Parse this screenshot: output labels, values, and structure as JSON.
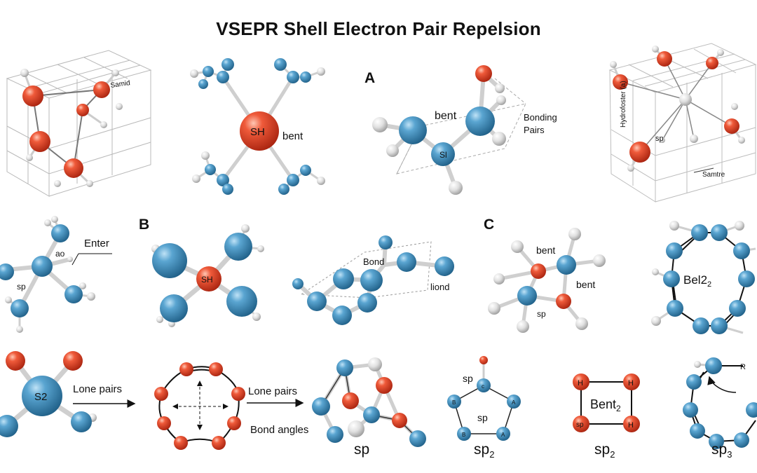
{
  "title": "VSEPR  Shell Electron Pair Repelsion",
  "colors": {
    "blue": "#3a87b8",
    "red": "#e1452c",
    "white": "#e4e4e4",
    "bond": "#bdbdbd",
    "grid": "#b9b9b9"
  },
  "panel_labels": {
    "a": "A",
    "b": "B",
    "c": "C"
  },
  "row1": {
    "cube_left_label": "Samid",
    "center_label": "SH",
    "bent": "bent",
    "a_bent": "bent",
    "a_atom": "Sl",
    "bonding": "Bonding",
    "pairs": "Pairs",
    "right_label": "Hydrofoster (a)",
    "right_sp": "sp",
    "right_bottom": "Samtre"
  },
  "row2": {
    "enter": "Enter",
    "ao": "ao",
    "sp": "sp",
    "b_center": "SH",
    "bond": "Bond",
    "liond": "liond",
    "c_bent1": "bent",
    "c_bent2": "bent",
    "c_sp": "sp",
    "ring_label": "Bel2",
    "ring_sub": "2"
  },
  "row3": {
    "s2": "S2",
    "lone1": "Lone pairs",
    "lone2": "Lone pairs",
    "bond_angles": "Bond angles",
    "sp_caption": "sp",
    "pent_top": "sp",
    "pent_c": "c",
    "pent_l": "B",
    "pent_r": "A",
    "pent_mid": "sp",
    "pent_bl": "B",
    "pent_br": "A",
    "sp2_a": "sp",
    "sp2_a_sub": "2",
    "sq_h1": "H",
    "sq_h2": "H",
    "sq_sp": "sp",
    "sq_h3": "H",
    "sq_label": "Bent",
    "sq_sub": "2",
    "sp2_b": "sp",
    "sp2_b_sub": "2",
    "ring_r": "R",
    "sp3": "sp",
    "sp3_sub": "3"
  }
}
